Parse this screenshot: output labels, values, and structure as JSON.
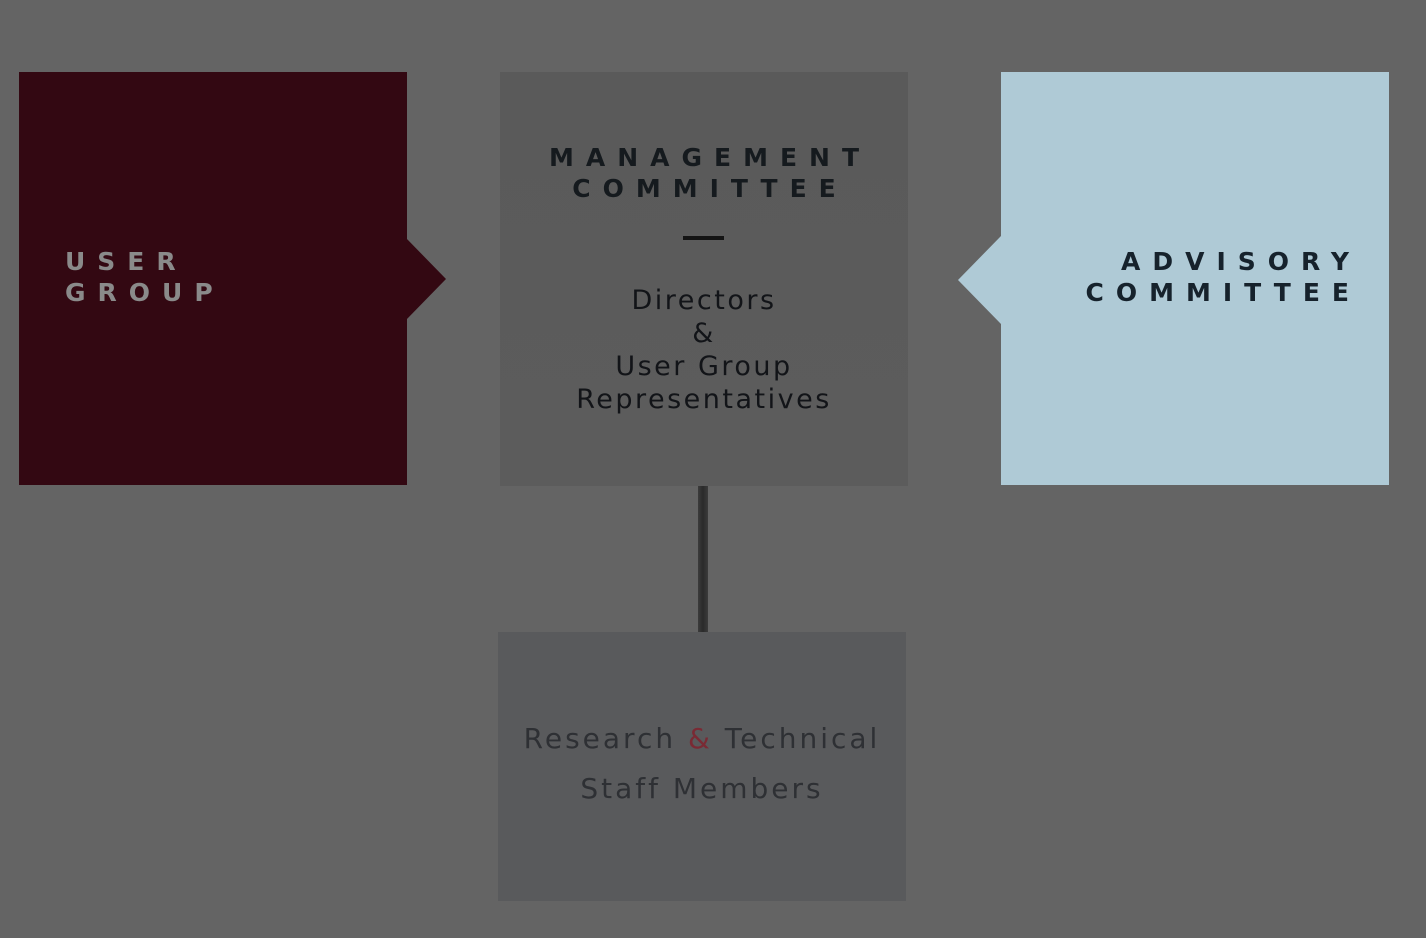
{
  "user_group": {
    "title": "USER\nGROUP"
  },
  "management_committee": {
    "title": "MANAGEMENT\nCOMMITTEE",
    "members": "Directors\n&\nUser Group\nRepresentatives"
  },
  "staff": {
    "line1_part1": "Research ",
    "line1_amp": "&",
    "line1_part2": " Technical",
    "line2": "Staff Members"
  },
  "advisory_committee": {
    "title": "ADVISORY\nCOMMITTEE"
  },
  "colors": {
    "background": "#646464",
    "user_group": "#330812",
    "management": "#5a5a5a",
    "staff": "#595a5c",
    "advisory": "#afcad6",
    "accent_amp": "#7a2a34"
  }
}
